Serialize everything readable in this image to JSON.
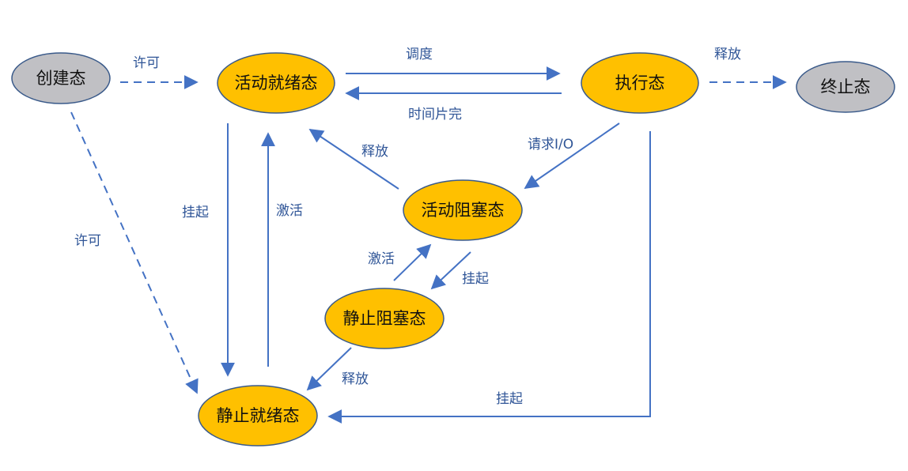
{
  "colors": {
    "active_fill": "#FFC000",
    "terminal_fill": "#C0C0C4",
    "edge": "#4472C4",
    "label": "#2F5597"
  },
  "nodes": {
    "create": "创建态",
    "active_ready": "活动就绪态",
    "running": "执行态",
    "terminated": "终止态",
    "active_blocked": "活动阻塞态",
    "static_blocked": "静止阻塞态",
    "static_ready": "静止就绪态"
  },
  "edges": {
    "create_to_active_ready": "许可",
    "create_to_static_ready": "许可",
    "dispatch": "调度",
    "time_slice_done": "时间片完",
    "release_terminate": "释放",
    "request_io": "请求I/O",
    "release_to_active_ready": "释放",
    "suspend_active_ready": "挂起",
    "activate_static_ready": "激活",
    "activate_static_blocked": "激活",
    "suspend_active_blocked": "挂起",
    "release_to_static_ready": "释放",
    "suspend_running": "挂起"
  }
}
